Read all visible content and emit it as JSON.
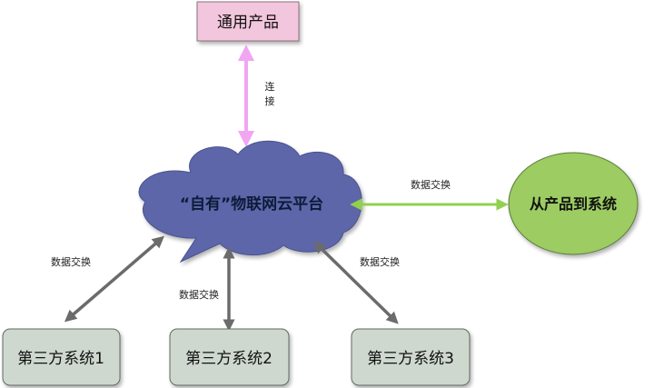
{
  "nodes": {
    "generic_product": {
      "label": "通用产品"
    },
    "cloud_platform": {
      "label": "“自有”物联网云平台"
    },
    "product_to_system": {
      "label": "从产品到系统"
    },
    "third_party_1": {
      "label": "第三方系统1"
    },
    "third_party_2": {
      "label": "第三方系统2"
    },
    "third_party_3": {
      "label": "第三方系统3"
    }
  },
  "edges": {
    "connect": {
      "label_line1": "连",
      "label_line2": "接"
    },
    "exchange_right": {
      "label": "数据交换"
    },
    "exchange_left": {
      "label": "数据交换"
    },
    "exchange_center": {
      "label": "数据交换"
    },
    "exchange_3": {
      "label": "数据交换"
    }
  },
  "colors": {
    "pink_box": "#f2c6dc",
    "pink_arrow": "#f1a6f1",
    "cloud_fill": "#5d66a8",
    "green_circle": "#9ccc62",
    "green_arrow": "#92d050",
    "gray_box": "#ced8cf",
    "gray_arrow": "#6b6b6b"
  }
}
